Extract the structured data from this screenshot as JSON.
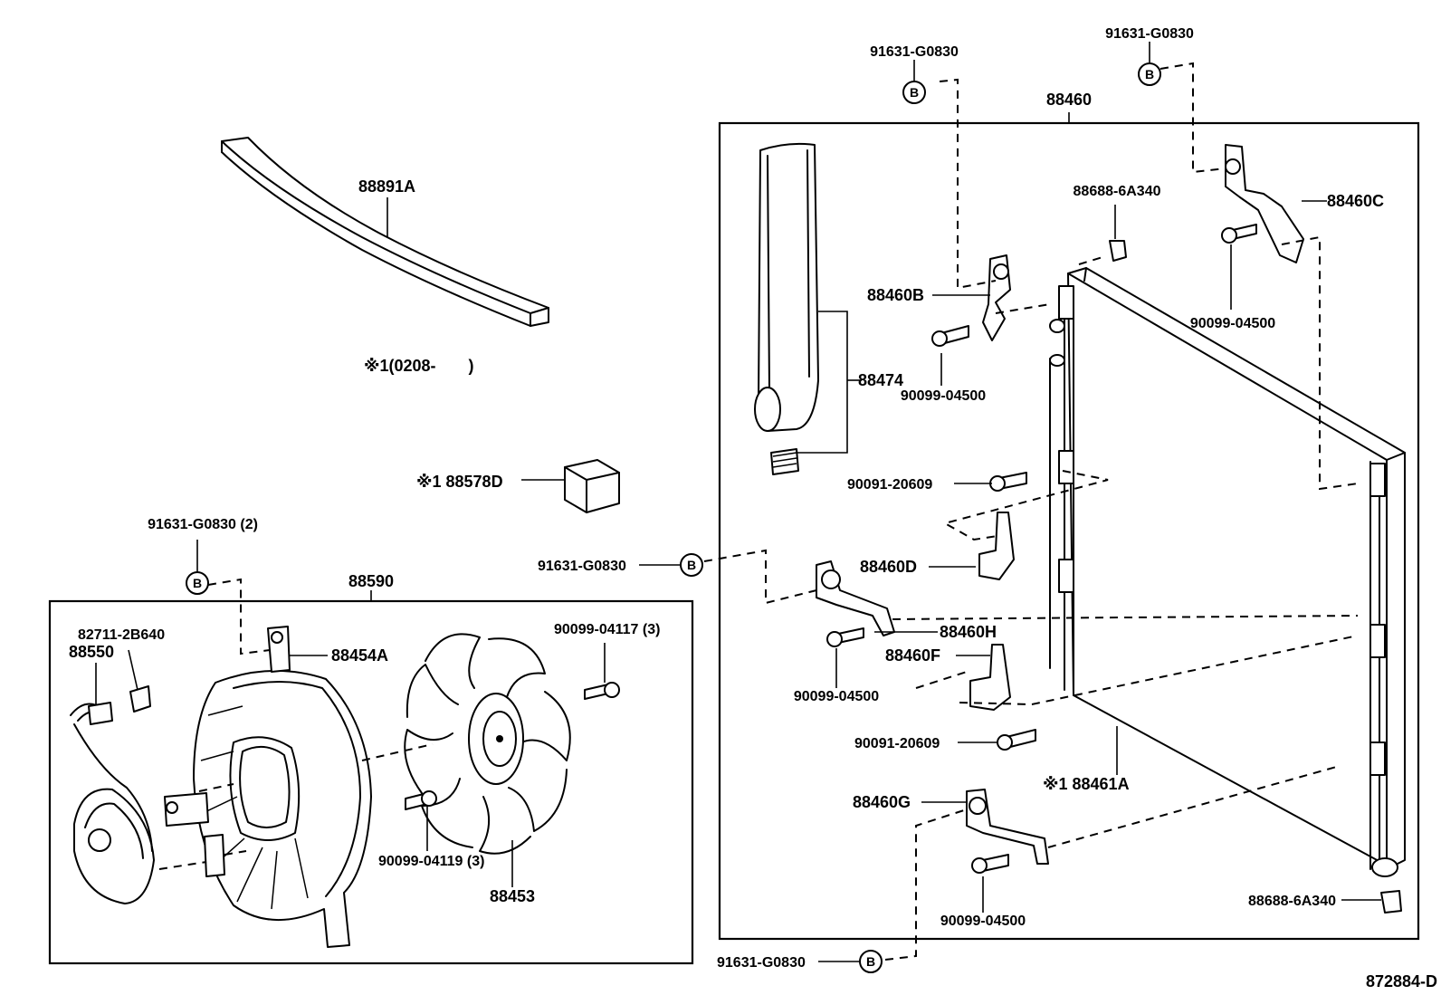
{
  "diagram_code": "872884-D",
  "group_labels": {
    "condenser_assembly": "88460",
    "fan_shroud_assembly": "88590"
  },
  "note_label": "※1(0208-　　)",
  "b_marker_letter": "B",
  "part_labels": {
    "p88891a": "88891A",
    "p88578d": "※1 88578D",
    "p88474": "88474",
    "p88460b": "88460B",
    "p88460c": "88460C",
    "p88460d": "88460D",
    "p88460h": "88460H",
    "p88460f": "88460F",
    "p88460g": "88460G",
    "p88461a": "※1 88461A",
    "p88688_top": "88688-6A340",
    "p88688_bottom": "88688-6A340",
    "p90099_04500_a": "90099-04500",
    "p90099_04500_b": "90099-04500",
    "p90099_04500_c": "90099-04500",
    "p90099_04500_d": "90099-04500",
    "p90091_20609_a": "90091-20609",
    "p90091_20609_b": "90091-20609",
    "p91631_top_left": "91631-G0830",
    "p91631_top_right": "91631-G0830",
    "p91631_mid": "91631-G0830",
    "p91631_bottom": "91631-G0830",
    "p91631_fan": "91631-G0830 (2)",
    "p82711": "82711-2B640",
    "p88550": "88550",
    "p88454a": "88454A",
    "p90099_04117": "90099-04117 (3)",
    "p90099_04119": "90099-04119 (3)",
    "p88453": "88453"
  }
}
